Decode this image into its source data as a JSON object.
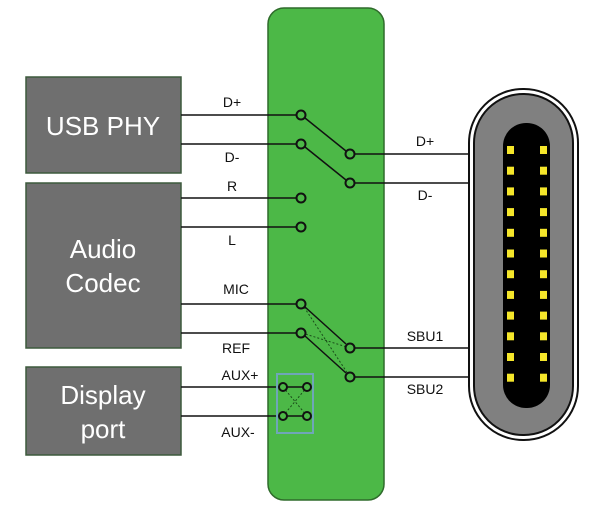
{
  "blocks": {
    "usb_phy": "USB PHY",
    "audio_line1": "Audio",
    "audio_line2": "Codec",
    "display_line1": "Display",
    "display_line2": "port"
  },
  "left_signals": {
    "dp": "D+",
    "dm": "D-",
    "r": "R",
    "l": "L",
    "mic": "MIC",
    "ref": "REF",
    "auxp": "AUX+",
    "auxm": "AUX-"
  },
  "right_signals": {
    "dp": "D+",
    "dm": "D-",
    "sbu1": "SBU1",
    "sbu2": "SBU2"
  },
  "connector": {
    "pin_rows": 12,
    "pin_columns": 2
  },
  "colors": {
    "switch_body": "#4cb847",
    "block": "#6f6f6f",
    "connector_shell": "#808080",
    "pin": "#f5e62a",
    "aux_box": "#6fa6b8"
  }
}
